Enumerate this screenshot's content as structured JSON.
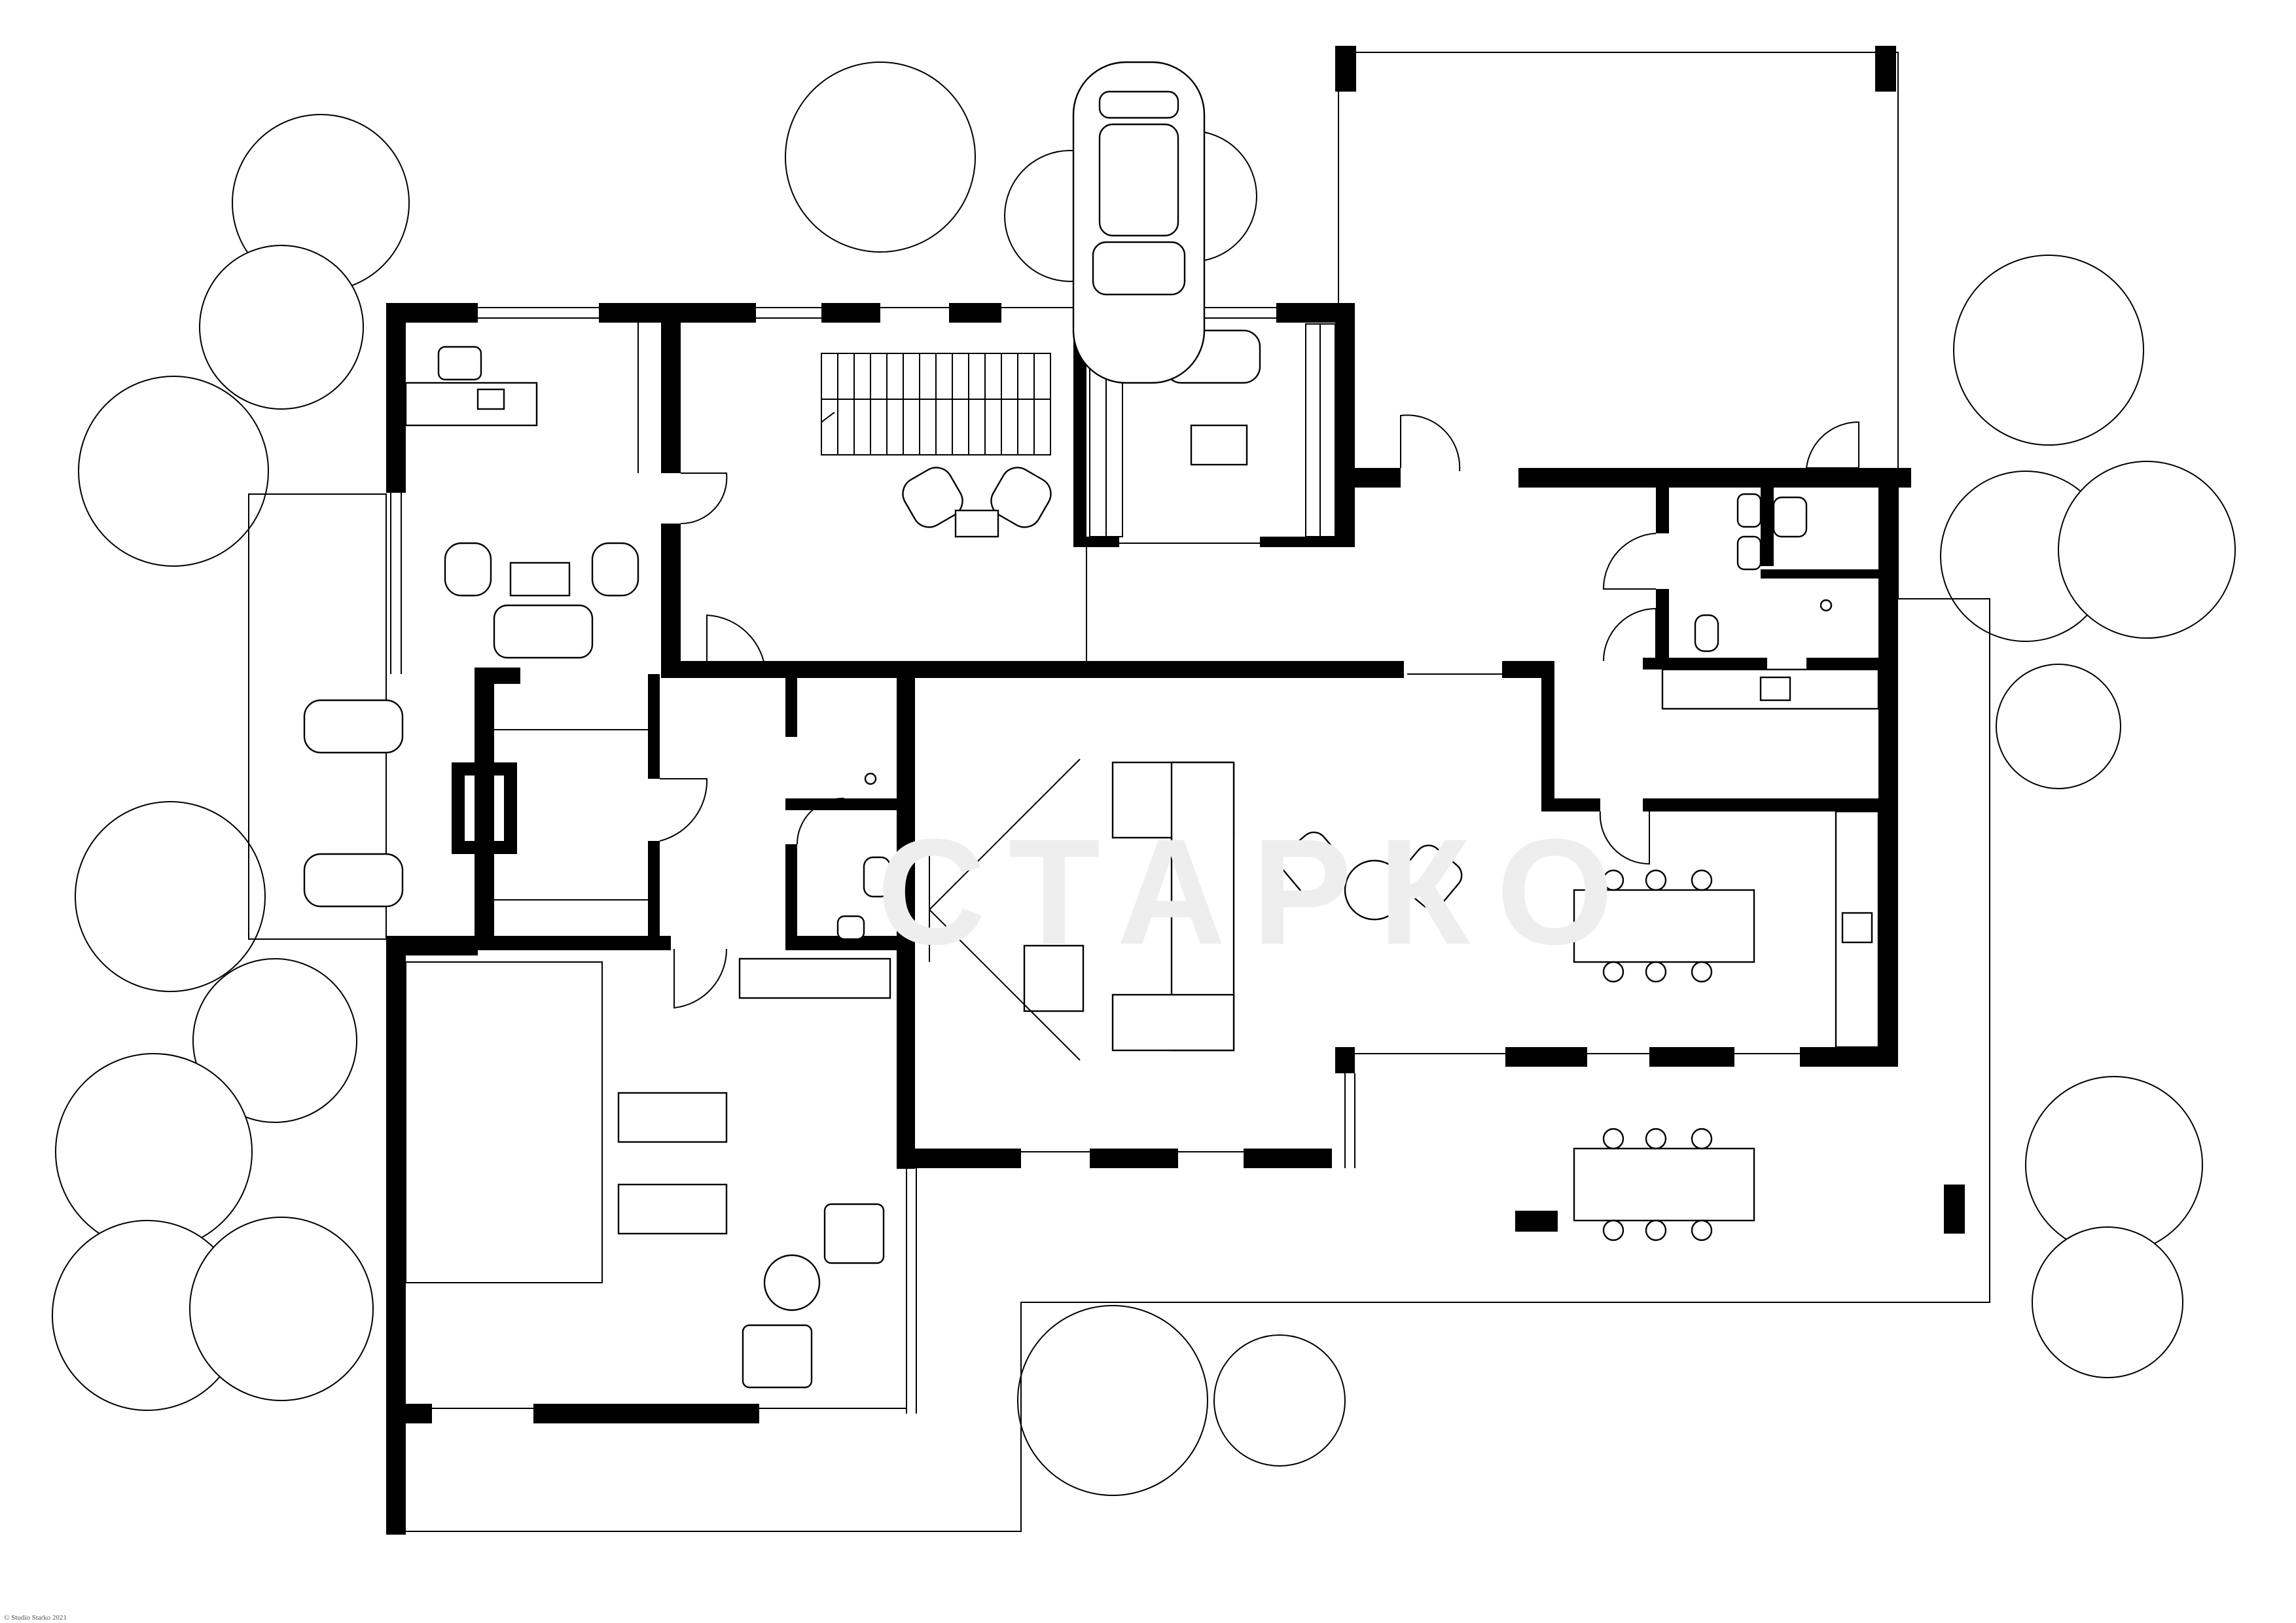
{
  "watermark": "СТАРКО",
  "footer_note": "© Studio Starko 2021",
  "drawing": {
    "type": "architectural floor plan",
    "rooms": [
      "office",
      "staircase hall",
      "dressing room",
      "bedroom",
      "hallway",
      "bathroom",
      "wc",
      "living room",
      "kitchen",
      "dining",
      "terrace",
      "garage",
      "carport"
    ],
    "colors": {
      "walls": "#000000",
      "lines": "#000000",
      "background": "#ffffff",
      "watermark": "#eeeeee"
    }
  }
}
